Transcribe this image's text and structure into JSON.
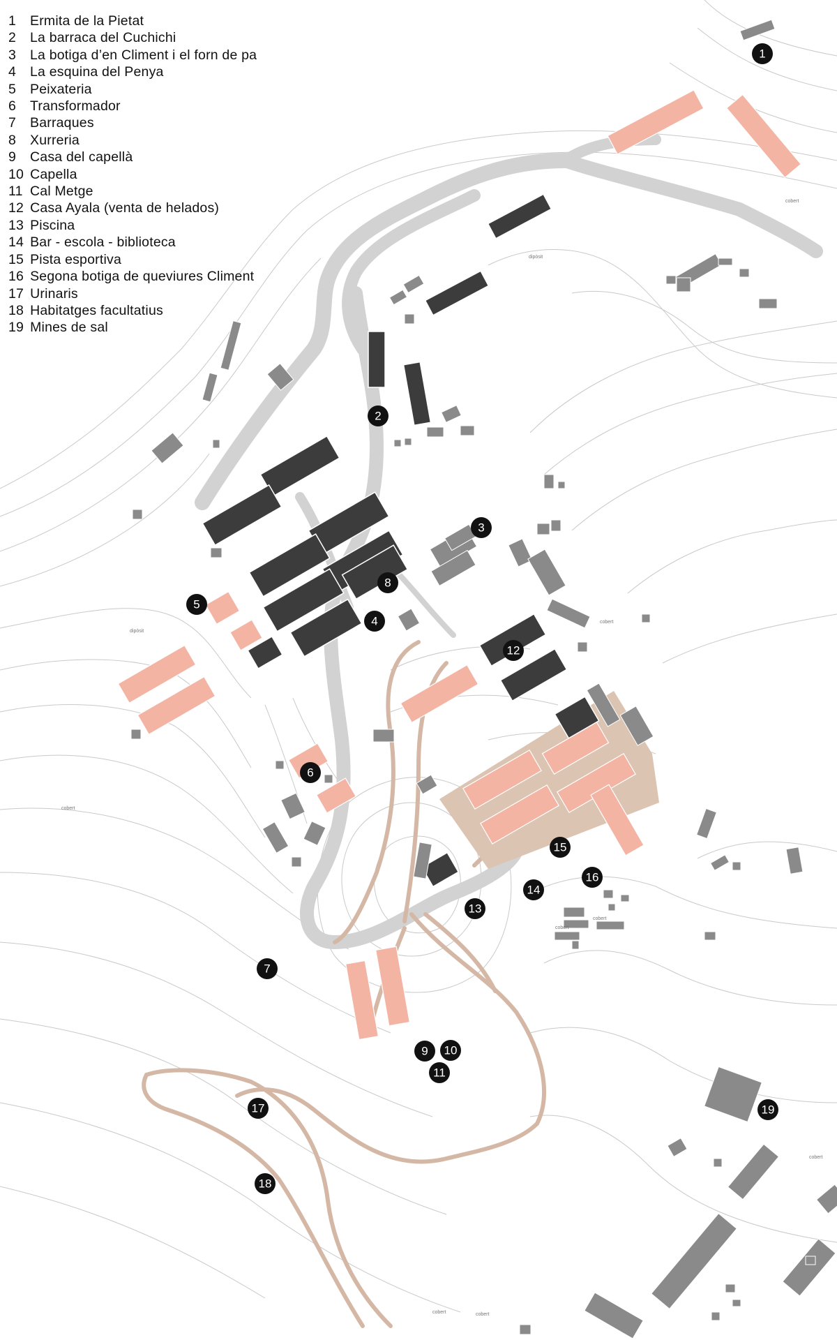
{
  "legend": {
    "items": [
      {
        "num": "1",
        "label": "Ermita de la Pietat"
      },
      {
        "num": "2",
        "label": "La barraca del Cuchichi"
      },
      {
        "num": "3",
        "label": "La botiga d’en Climent i el forn de pa"
      },
      {
        "num": "4",
        "label": "La esquina del Penya"
      },
      {
        "num": "5",
        "label": "Peixateria"
      },
      {
        "num": "6",
        "label": "Transformador"
      },
      {
        "num": "7",
        "label": "Barraques"
      },
      {
        "num": "8",
        "label": "Xurreria"
      },
      {
        "num": "9",
        "label": "Casa del capellà"
      },
      {
        "num": "10",
        "label": "Capella"
      },
      {
        "num": "11",
        "label": "Cal Metge"
      },
      {
        "num": "12",
        "label": "Casa Ayala (venta de helados)"
      },
      {
        "num": "13",
        "label": "Piscina"
      },
      {
        "num": "14",
        "label": "Bar - escola - biblioteca"
      },
      {
        "num": "15",
        "label": "Pista esportiva"
      },
      {
        "num": "16",
        "label": "Segona botiga de queviures Climent"
      },
      {
        "num": "17",
        "label": "Urinaris"
      },
      {
        "num": "18",
        "label": "Habitatges facultatius"
      },
      {
        "num": "19",
        "label": "Mines de sal"
      }
    ]
  },
  "markers": [
    "1",
    "2",
    "3",
    "4",
    "5",
    "6",
    "7",
    "8",
    "9",
    "10",
    "11",
    "12",
    "13",
    "14",
    "15",
    "16",
    "17",
    "18",
    "19"
  ],
  "map_labels": {
    "diposit_1": "dipòsit",
    "diposit_2": "dipòsit",
    "cobert_1": "cobert",
    "cobert_2": "cobert",
    "cobert_3": "cobert",
    "cobert_4": "cobert",
    "cobert_5": "cobert",
    "cobert_6": "cobert",
    "cobert_7": "cobert",
    "cobert_8": "cobert"
  },
  "colors": {
    "contour": "#c9c9c9",
    "road": "#d2d2d2",
    "path": "#d4b8a5",
    "plaza": "#dcc4b3",
    "building_dark": "#3c3c3c",
    "building_grey": "#8a8a8a",
    "building_pink": "#f4b4a4",
    "marker": "#111111"
  }
}
